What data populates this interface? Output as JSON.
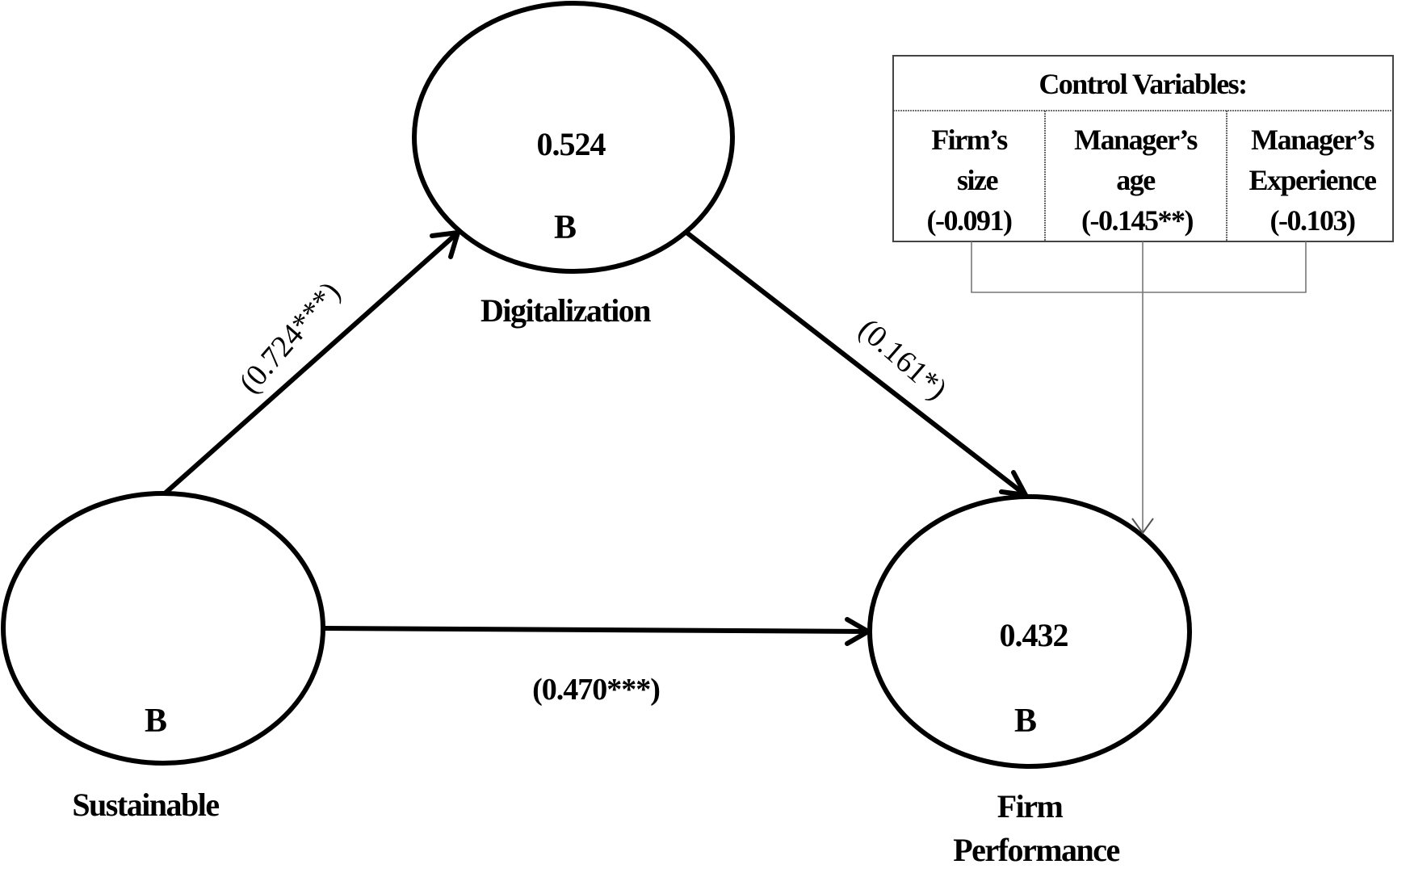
{
  "title": "Structural path model: Sustainable → Digitalization → Firm Performance",
  "nodes": {
    "digitalization": {
      "name": "Digitalization",
      "r_squared": "0.524",
      "marker": "B"
    },
    "sustainable": {
      "name": "Sustainable",
      "r_squared": "",
      "marker": "B"
    },
    "firm_performance": {
      "name_line1": "Firm",
      "name_line2": "Performance",
      "r_squared": "0.432",
      "marker": "B"
    }
  },
  "paths": {
    "sustainable_to_digitalization": {
      "label": "(0.724***)",
      "coefficient": 0.724,
      "significance": "***"
    },
    "digitalization_to_firm_performance": {
      "label": "(0.161*)",
      "coefficient": 0.161,
      "significance": "*"
    },
    "sustainable_to_firm_performance": {
      "label": "(0.470***)",
      "coefficient": 0.47,
      "significance": "***"
    }
  },
  "control_variables": {
    "title": "Control Variables:",
    "items": [
      {
        "line1": "Firm’s",
        "line2": "size",
        "value": "(-0.091)",
        "coefficient": -0.091,
        "significance": ""
      },
      {
        "line1": "Manager’s",
        "line2": "age",
        "value": "(-0.145**)",
        "coefficient": -0.145,
        "significance": "**"
      },
      {
        "line1": "Manager’s",
        "line2": "Experience",
        "value": "(-0.103)",
        "coefficient": -0.103,
        "significance": ""
      }
    ],
    "target": "Firm Performance"
  },
  "colors": {
    "stroke": "#000000",
    "control_stroke": "#444444",
    "background": "#ffffff"
  }
}
